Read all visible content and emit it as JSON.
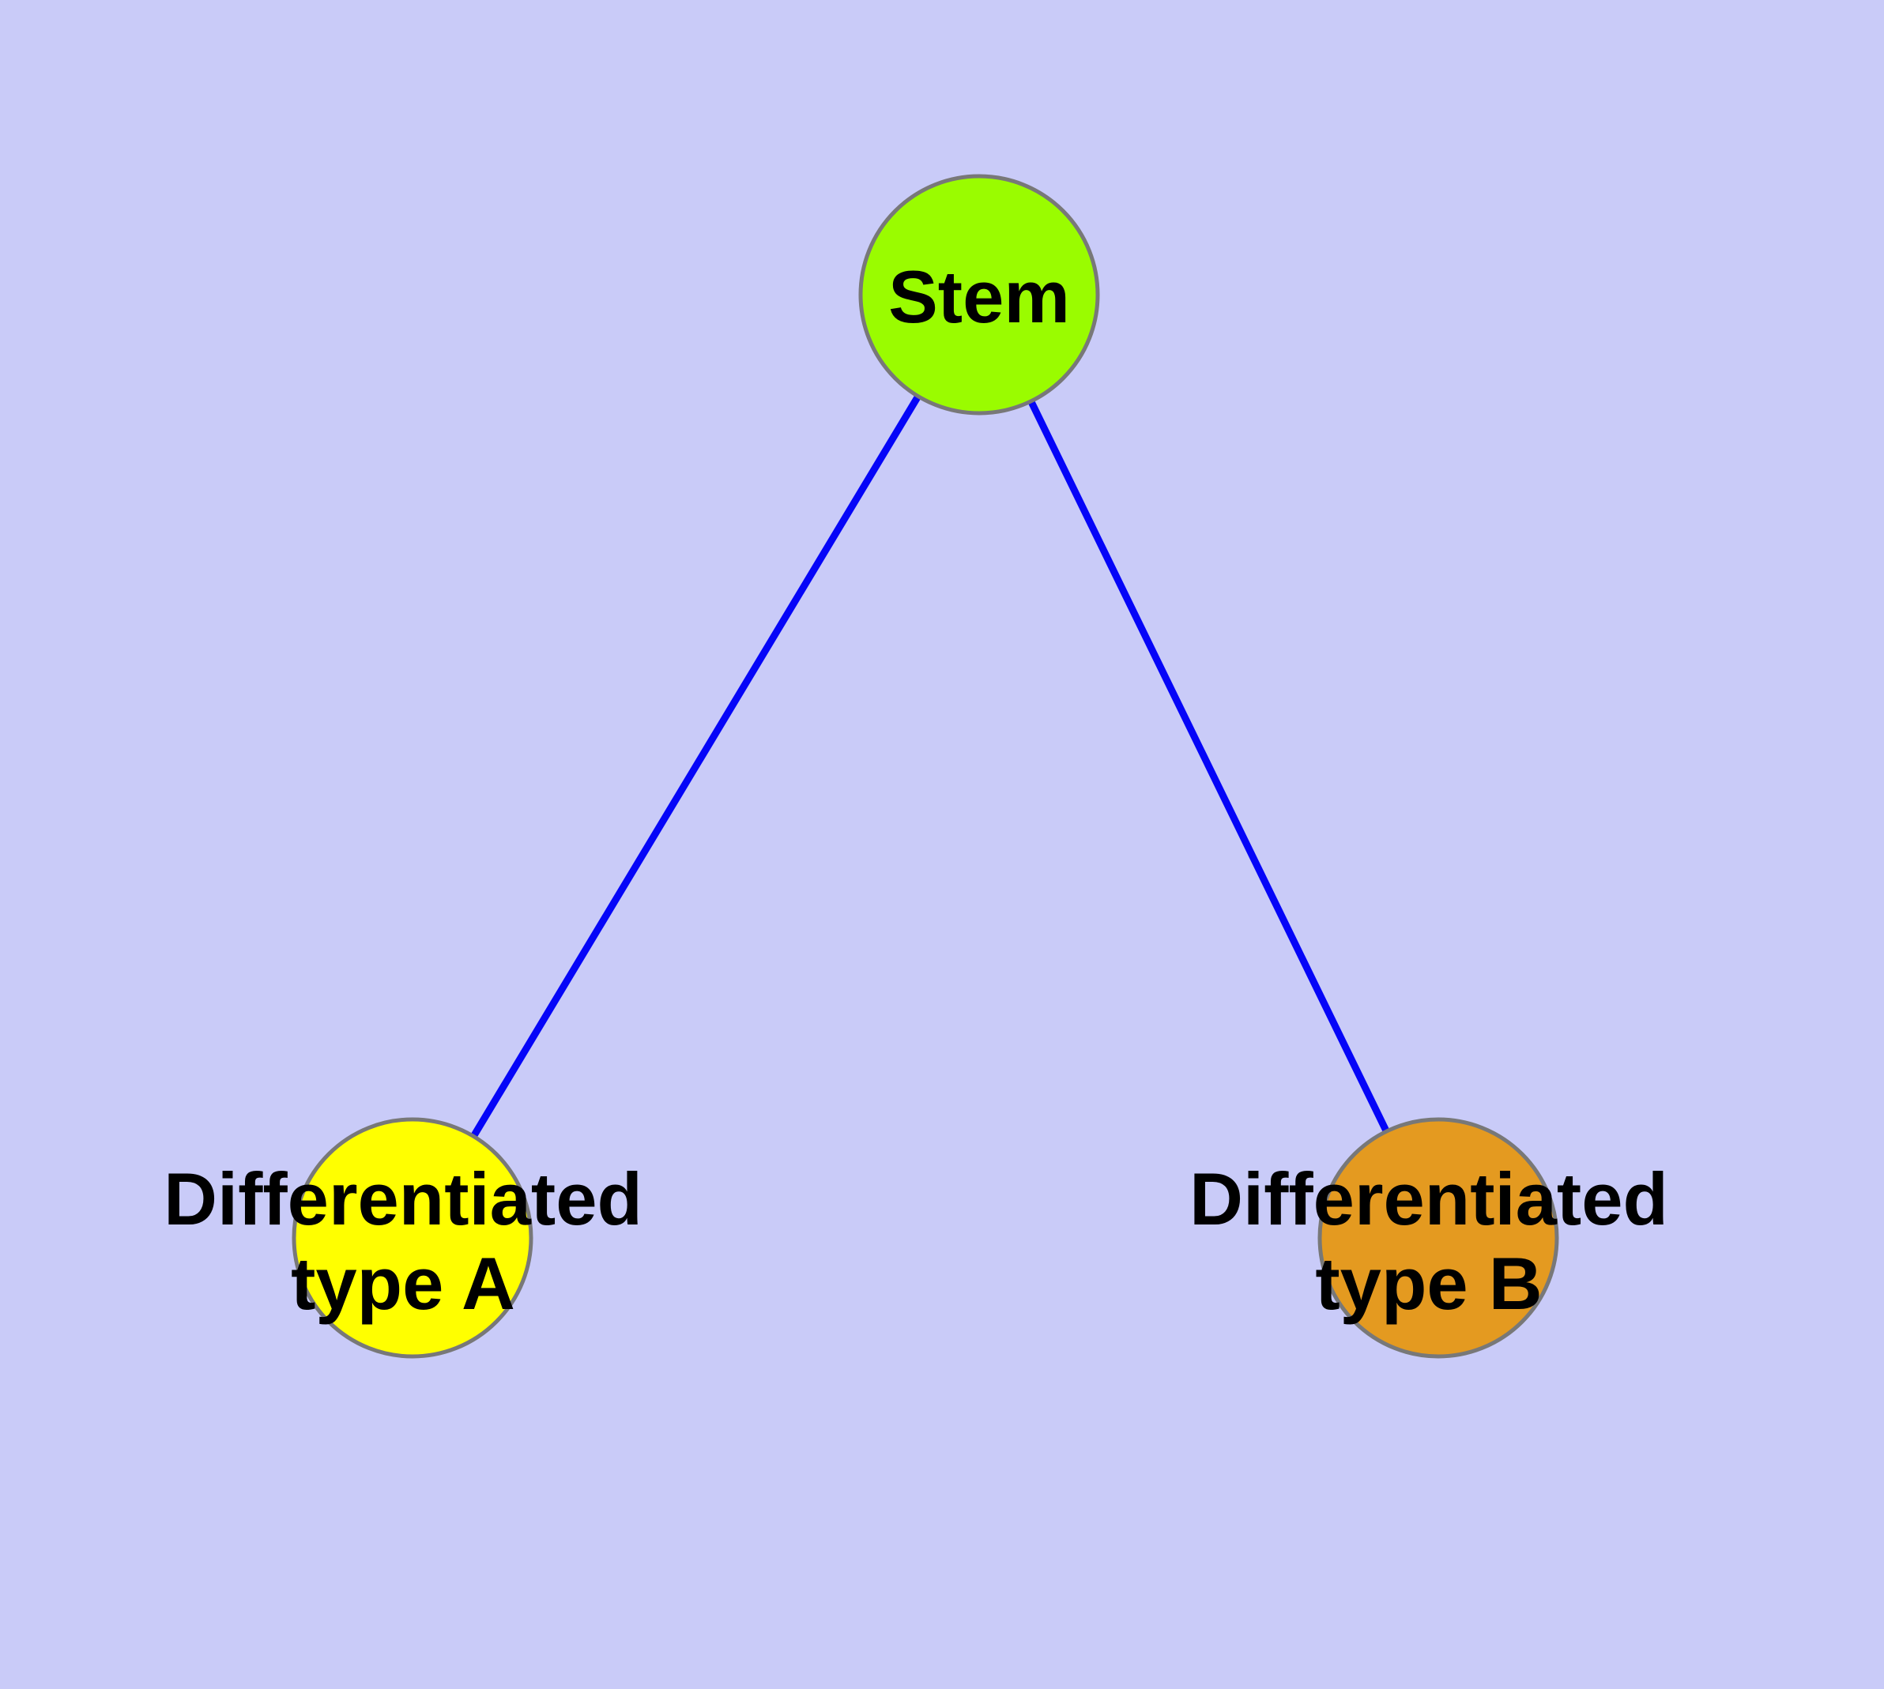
{
  "theme": {
    "background": "#c9cbf8",
    "edge-color": "#0505f8",
    "node-border": "#787878",
    "label-color": "#000000",
    "stem-fill": "#9afc00",
    "type-a-fill": "#ffff00",
    "type-b-fill": "#e49a20"
  },
  "graph": {
    "nodes": {
      "stem": {
        "label": "Stem"
      },
      "type_a": {
        "line1": "Differentiated",
        "line2": "type A"
      },
      "type_b": {
        "line1": "Differentiated",
        "line2": "type B"
      }
    },
    "edges": [
      {
        "from": "Stem",
        "to": "Differentiated type A"
      },
      {
        "from": "Stem",
        "to": "Differentiated type B"
      }
    ]
  }
}
